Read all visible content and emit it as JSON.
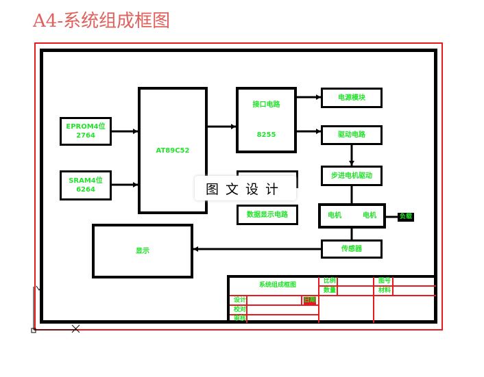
{
  "title": "A4-系统组成框图",
  "blocks": {
    "eprom": {
      "line1": "EPROM4位",
      "line2": "2764"
    },
    "sram": {
      "line1": "SRAM4位",
      "line2": "6264"
    },
    "mcu": {
      "line1": "AT89C52"
    },
    "io": {
      "line1": "接口电路",
      "line2": "8255"
    },
    "mid": {
      "line1": ""
    },
    "lower": {
      "line1": "数据显示电路"
    },
    "big": {
      "line1": "显示"
    },
    "r1": {
      "line1": "电源模块"
    },
    "r2": {
      "line1": "驱动电路"
    },
    "r3": {
      "line1": "步进电机驱动"
    },
    "r4": {
      "line1": "传感器"
    },
    "motor": {
      "line1": "电机",
      "line2": "电机"
    },
    "motor_side": {
      "line1": "负载"
    }
  },
  "title_block": {
    "drawing_name": "系统组成框图",
    "f1": "比例",
    "f2": "数量",
    "f3": "图号",
    "f4": "材料",
    "f5": "设计",
    "f6": "校对",
    "f7": "审核",
    "f8": "日期"
  },
  "watermark": "图文设计",
  "colors": {
    "text": "#22e22a",
    "frame_red": "#e8191e",
    "line_black": "#000000",
    "title": "#e0605c"
  }
}
